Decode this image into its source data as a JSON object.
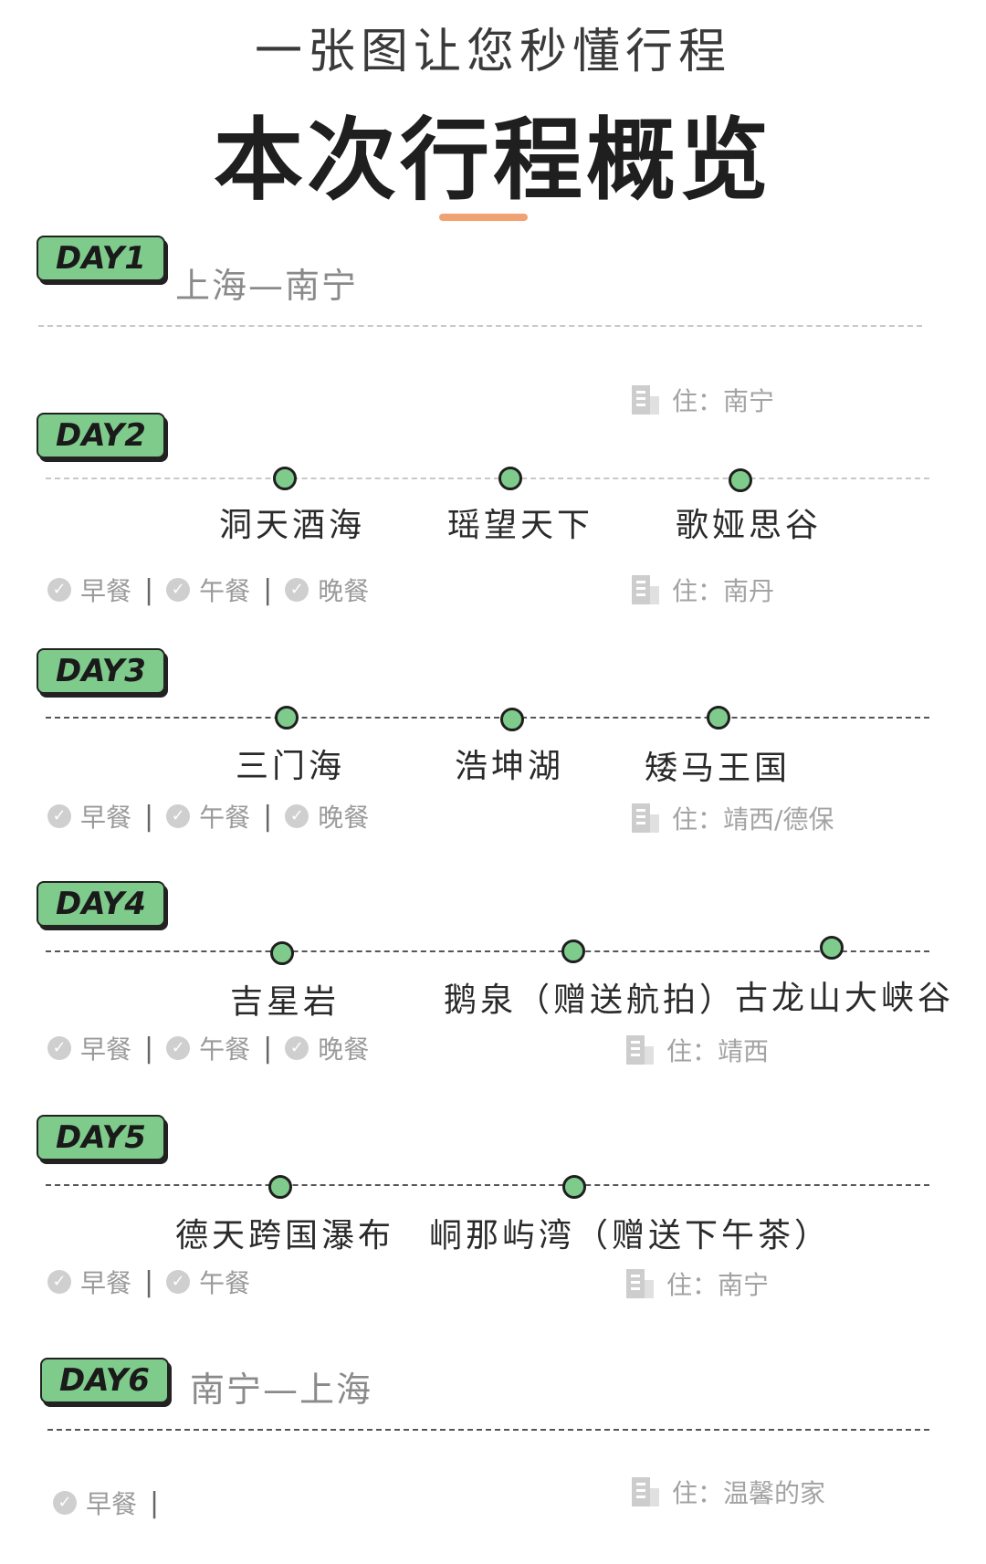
{
  "header": {
    "subtitle": "一张图让您秒懂行程",
    "title": "本次行程概览"
  },
  "days": [
    {
      "label": "DAY1",
      "route": "上海—南宁",
      "stay_label": "住：",
      "stay": "南宁"
    },
    {
      "label": "DAY2",
      "stops": [
        "洞天酒海",
        "瑶望天下",
        "歌娅思谷"
      ],
      "meals": [
        "早餐",
        "午餐",
        "晚餐"
      ],
      "stay_label": "住：",
      "stay": "南丹"
    },
    {
      "label": "DAY3",
      "stops": [
        "三门海",
        "浩坤湖",
        "矮马王国"
      ],
      "meals": [
        "早餐",
        "午餐",
        "晚餐"
      ],
      "stay_label": "住：",
      "stay": "靖西/德保"
    },
    {
      "label": "DAY4",
      "stops": [
        "吉星岩",
        "鹅泉（赠送航拍）",
        "古龙山大峡谷"
      ],
      "meals": [
        "早餐",
        "午餐",
        "晚餐"
      ],
      "stay_label": "住：",
      "stay": "靖西"
    },
    {
      "label": "DAY5",
      "stops": [
        "德天跨国瀑布",
        "峒那屿湾（赠送下午茶）"
      ],
      "meals": [
        "早餐",
        "午餐"
      ],
      "stay_label": "住：",
      "stay": "南宁"
    },
    {
      "label": "DAY6",
      "route": "南宁—上海",
      "meals": [
        "早餐"
      ],
      "stay_label": "住：",
      "stay": "温馨的家"
    }
  ]
}
